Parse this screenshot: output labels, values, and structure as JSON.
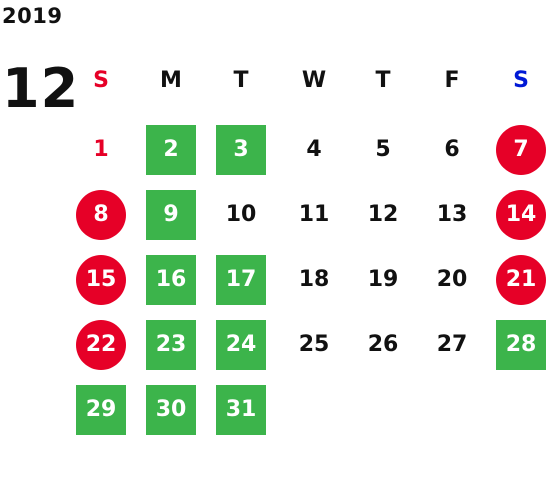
{
  "calendar": {
    "year": "2019",
    "month": "12",
    "weekdays": [
      "S",
      "M",
      "T",
      "W",
      "T",
      "F",
      "S"
    ],
    "weekday_colors": [
      "#e60027",
      "#111111",
      "#111111",
      "#111111",
      "#111111",
      "#111111",
      "#0019d6"
    ],
    "colors": {
      "holiday_green": "#3cb44b",
      "weekend_red": "#e60027",
      "saturday_blue": "#0019d6",
      "text": "#111111"
    },
    "weeks": [
      [
        {
          "d": "1",
          "s": "sun-plain"
        },
        {
          "d": "2",
          "s": "green"
        },
        {
          "d": "3",
          "s": "green"
        },
        {
          "d": "4",
          "s": ""
        },
        {
          "d": "5",
          "s": ""
        },
        {
          "d": "6",
          "s": ""
        },
        {
          "d": "7",
          "s": "red"
        }
      ],
      [
        {
          "d": "8",
          "s": "red"
        },
        {
          "d": "9",
          "s": "green"
        },
        {
          "d": "10",
          "s": ""
        },
        {
          "d": "11",
          "s": ""
        },
        {
          "d": "12",
          "s": ""
        },
        {
          "d": "13",
          "s": ""
        },
        {
          "d": "14",
          "s": "red"
        }
      ],
      [
        {
          "d": "15",
          "s": "red"
        },
        {
          "d": "16",
          "s": "green"
        },
        {
          "d": "17",
          "s": "green"
        },
        {
          "d": "18",
          "s": ""
        },
        {
          "d": "19",
          "s": ""
        },
        {
          "d": "20",
          "s": ""
        },
        {
          "d": "21",
          "s": "red"
        }
      ],
      [
        {
          "d": "22",
          "s": "red"
        },
        {
          "d": "23",
          "s": "green"
        },
        {
          "d": "24",
          "s": "green"
        },
        {
          "d": "25",
          "s": ""
        },
        {
          "d": "26",
          "s": ""
        },
        {
          "d": "27",
          "s": ""
        },
        {
          "d": "28",
          "s": "green"
        }
      ],
      [
        {
          "d": "29",
          "s": "green"
        },
        {
          "d": "30",
          "s": "green"
        },
        {
          "d": "31",
          "s": "green"
        }
      ]
    ]
  }
}
